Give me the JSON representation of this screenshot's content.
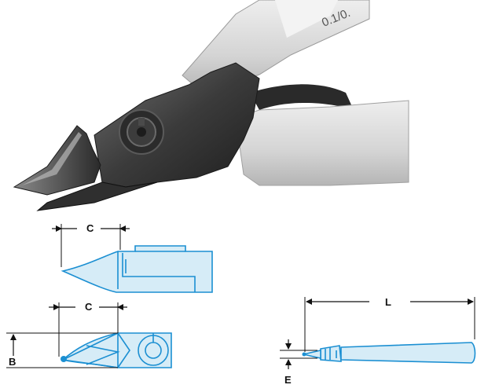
{
  "diagram": {
    "labels": {
      "c_top": "C",
      "c_bottom": "C",
      "b": "B",
      "l": "L",
      "e": "E"
    },
    "handle_imprint": "0.1/0.",
    "colors": {
      "drawing_stroke": "#1b8fd2",
      "drawing_fill": "#d6ecf7",
      "dimension_lines": "#111111",
      "handle_grip": "#d9d9d9",
      "steel": "#3a3a3a"
    },
    "icons": [
      "cutter-photo",
      "side-view-drawing",
      "top-view-drawing",
      "full-length-drawing"
    ]
  }
}
